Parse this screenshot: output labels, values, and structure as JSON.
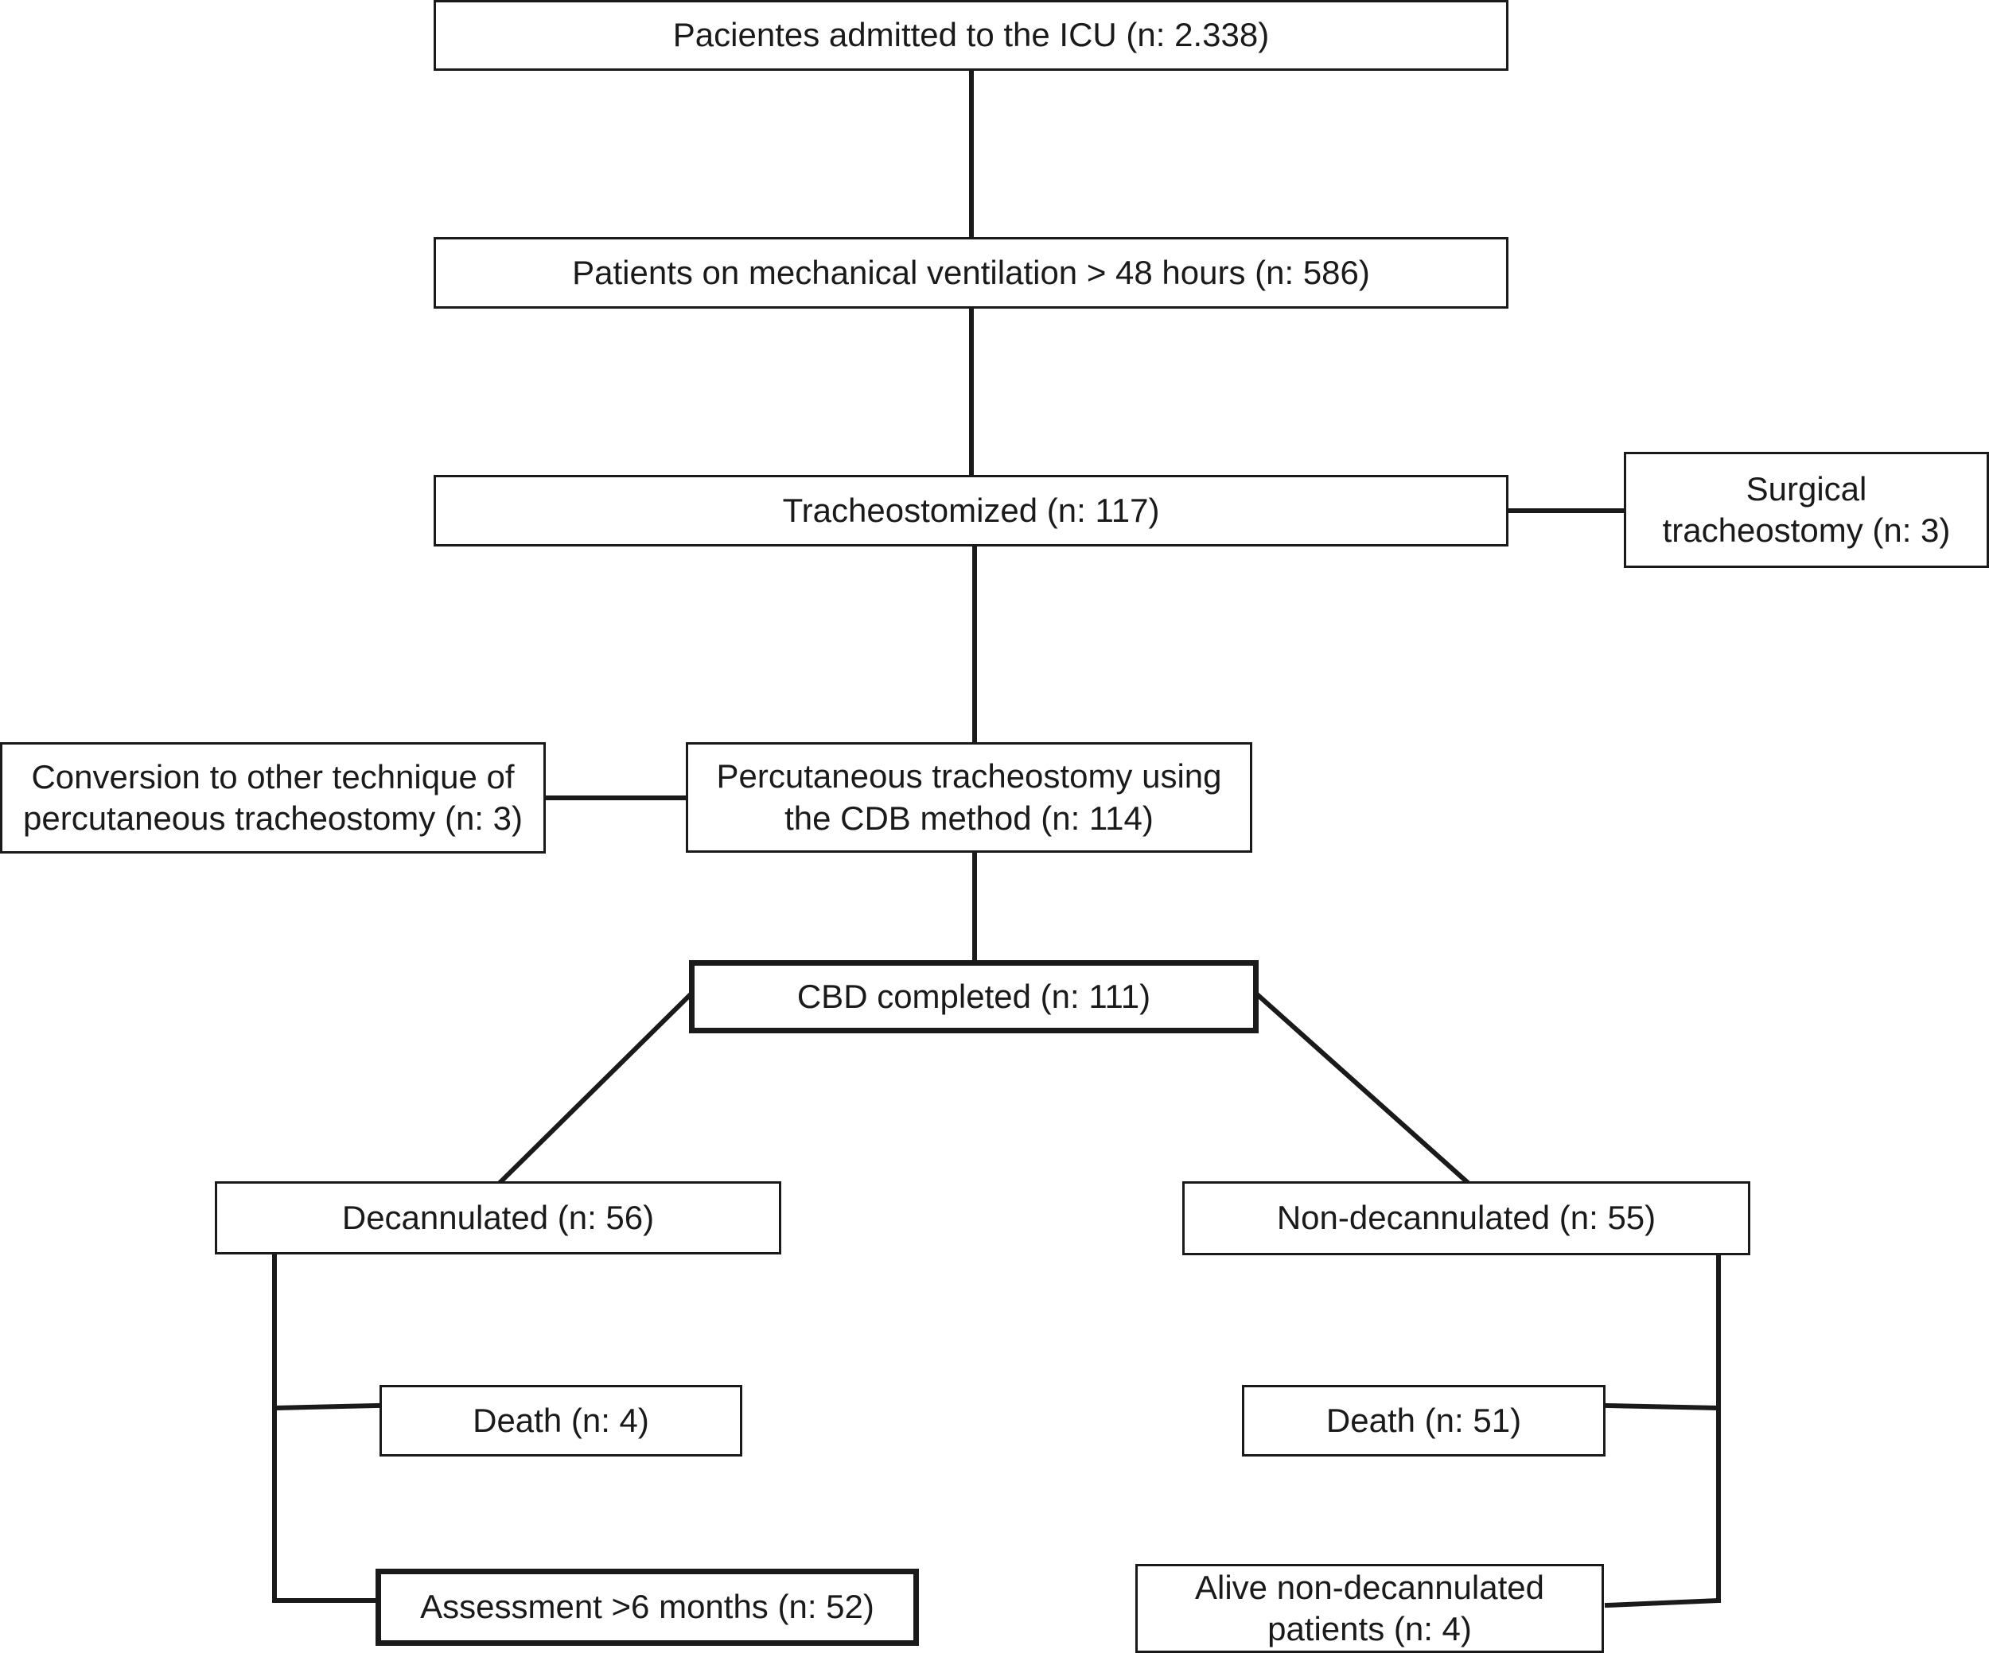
{
  "flowchart": {
    "nodes": {
      "admitted": "Pacientes admitted to the ICU (n: 2.338)",
      "mech_vent": "Patients on mechanical ventilation > 48 hours (n: 586)",
      "tracheostomized": "Tracheostomized (n: 117)",
      "surgical": "Surgical\ntracheostomy (n: 3)",
      "percutaneous": "Percutaneous tracheostomy using\nthe CDB method (n: 114)",
      "conversion": "Conversion to other technique of\npercutaneous tracheostomy (n: 3)",
      "cbd_completed": "CBD completed (n: 111)",
      "decannulated": "Decannulated (n: 56)",
      "non_decannulated": "Non-decannulated (n: 55)",
      "death_left": "Death (n: 4)",
      "assessment": "Assessment >6 months (n: 52)",
      "death_right": "Death (n: 51)",
      "alive_non_decannulated": "Alive non-decannulated\npatients (n: 4)"
    }
  }
}
